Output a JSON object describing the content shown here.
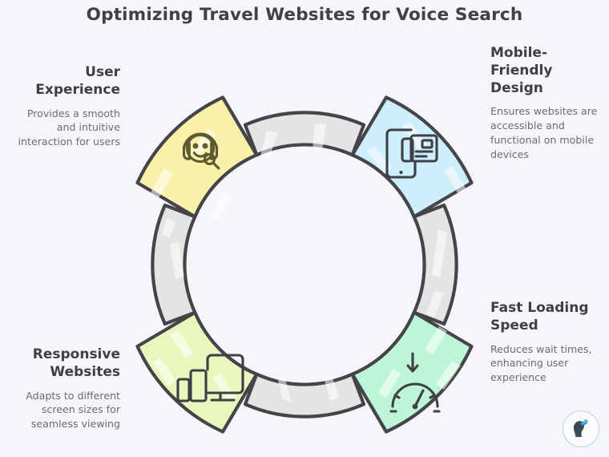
{
  "page": {
    "title": "Optimizing Travel Websites for Voice Search",
    "background_color": "#f5f6fb"
  },
  "diagram": {
    "type": "cycle-ring",
    "ring_color": "#e4e4e4",
    "outline_color": "#454449",
    "segments": [
      {
        "id": "user-experience",
        "position": "top-left",
        "color": "#faf0a8",
        "icon": "headset-smiley-icon",
        "heading_lines": [
          "User",
          "Experience"
        ],
        "heading": "User Experience",
        "body": "Provides a smooth and intuitive interaction for users",
        "align": "right"
      },
      {
        "id": "mobile-friendly-design",
        "position": "top-right",
        "color": "#cdeefb",
        "icon": "mobile-document-icon",
        "heading_lines": [
          "Mobile-",
          "Friendly",
          "Design"
        ],
        "heading": "Mobile-Friendly Design",
        "body": "Ensures websites are accessible and functional on mobile devices",
        "align": "left"
      },
      {
        "id": "fast-loading-speed",
        "position": "bottom-right",
        "color": "#bdf5d8",
        "icon": "speedometer-icon",
        "heading_lines": [
          "Fast Loading",
          "Speed"
        ],
        "heading": "Fast Loading Speed",
        "body": "Reduces wait times, enhancing user experience",
        "align": "left"
      },
      {
        "id": "responsive-websites",
        "position": "bottom-left",
        "color": "#e8f8bc",
        "icon": "responsive-devices-icon",
        "heading_lines": [
          "Responsive",
          "Websites"
        ],
        "heading": "Responsive Websites",
        "body": "Adapts to different screen sizes for seamless viewing",
        "align": "right"
      }
    ]
  },
  "brand": {
    "badge_icon": "profile-silhouette-logo",
    "accent_color": "#3fa9dd"
  }
}
